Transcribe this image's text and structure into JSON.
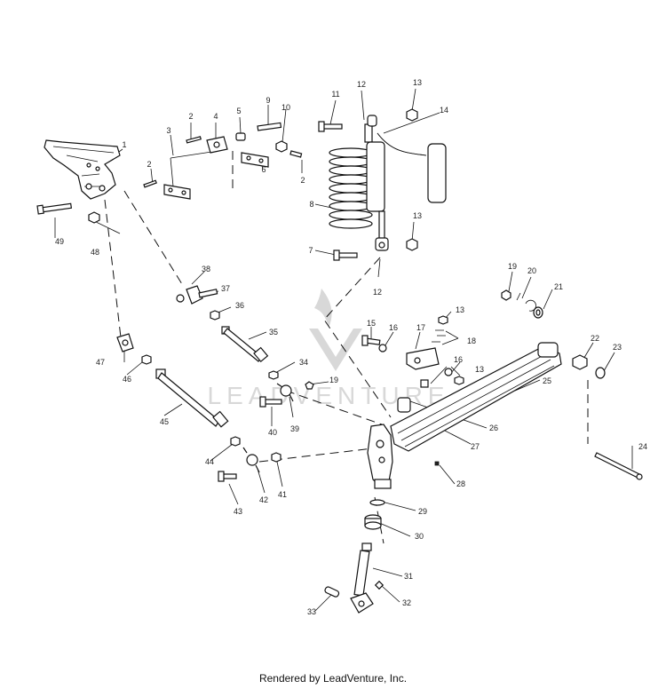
{
  "watermark": "LEADVENTURE",
  "footer": "Rendered by LeadVenture, Inc.",
  "callouts": [
    "1",
    "2",
    "2",
    "2",
    "3",
    "4",
    "5",
    "6",
    "7",
    "8",
    "9",
    "10",
    "11",
    "12",
    "12",
    "13",
    "13",
    "13",
    "13",
    "14",
    "15",
    "16",
    "16",
    "17",
    "18",
    "19",
    "19",
    "20",
    "21",
    "22",
    "23",
    "24",
    "25",
    "26",
    "27",
    "28",
    "29",
    "30",
    "31",
    "32",
    "33",
    "34",
    "35",
    "36",
    "37",
    "38",
    "39",
    "40",
    "41",
    "42",
    "43",
    "44",
    "45",
    "46",
    "47",
    "48",
    "49"
  ]
}
